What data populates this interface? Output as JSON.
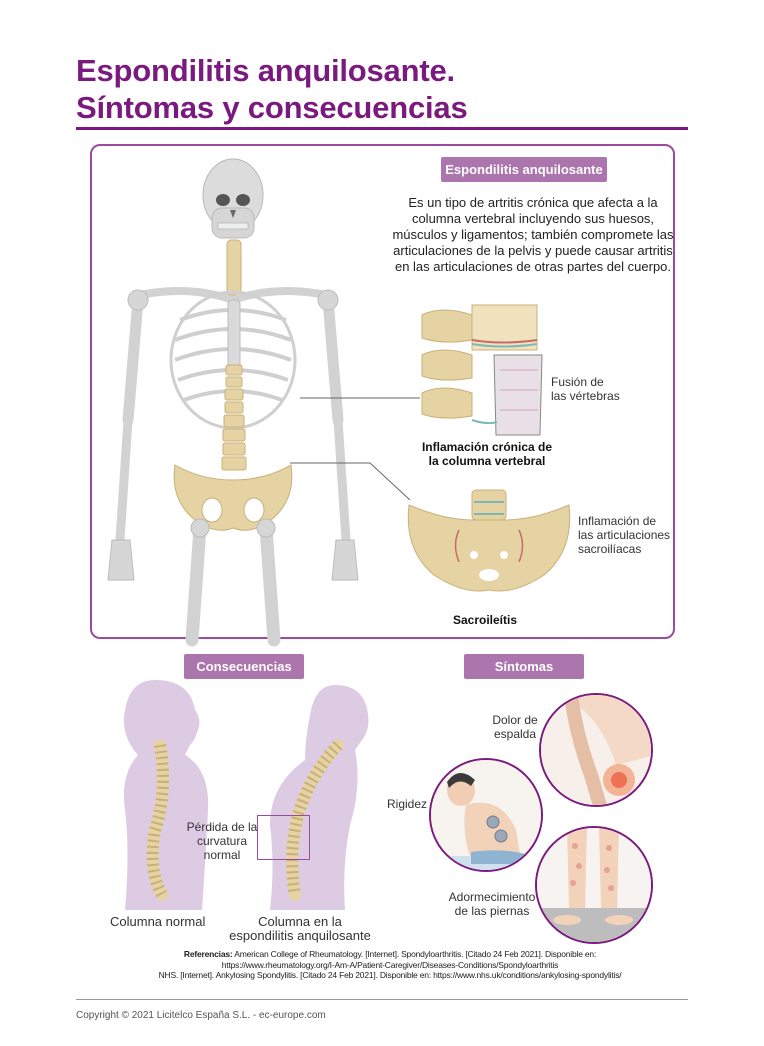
{
  "header": {
    "title_line1": "Espondilitis anquilosante.",
    "title_line2": "Síntomas y consecuencias"
  },
  "definition": {
    "badge": "Espondilitis anquilosante",
    "text": "Es un tipo de artritis crónica que afecta a la columna vertebral incluyendo sus huesos, músculos y ligamentos; también compromete las articulaciones de la pelvis y puede causar artritis en las articulaciones de otras partes del cuerpo."
  },
  "anatomy": {
    "illustration": "skeleton-front-view",
    "spine_detail": {
      "side_label_line1": "Fusión de",
      "side_label_line2": "las vértebras",
      "caption_line1": "Inflamación crónica de",
      "caption_line2": "la columna vertebral"
    },
    "pelvis_detail": {
      "side_label_line1": "Inflamación de",
      "side_label_line2": "las articulaciones",
      "side_label_line3": "sacroilíacas",
      "caption": "Sacroileítis"
    }
  },
  "consequences": {
    "badge": "Consecuencias",
    "normal_caption": "Columna normal",
    "as_caption_line1": "Columna en la",
    "as_caption_line2": "espondilitis anquilosante",
    "curvature_label_line1": "Pérdida de la",
    "curvature_label_line2": "curvatura",
    "curvature_label_line3": "normal"
  },
  "symptoms": {
    "badge": "Síntomas",
    "items": [
      {
        "label_line1": "Dolor de",
        "label_line2": "espalda"
      },
      {
        "label_line1": "Rigidez",
        "label_line2": ""
      },
      {
        "label_line1": "Adormecimiento",
        "label_line2": "de las piernas"
      }
    ]
  },
  "references": {
    "label": "Referencias:",
    "line1": "American College of Rheumatology. [Internet]. Spondyloarthritis. [Citado 24 Feb 2021]. Disponible en:",
    "line2": "https://www.rheumatology.org/I-Am-A/Patient-Caregiver/Diseases-Conditions/Spondyloarthritis",
    "line3": "NHS. [Internet]. Ankylosing Spondylitis. [Citado 24 Feb 2021]. Disponible en: https://www.nhs.uk/conditions/ankylosing-spondylitis/"
  },
  "footer": {
    "copyright": "Copyright © 2021 Licitelco España S.L. - ec-europe.com"
  },
  "colors": {
    "brand_purple": "#7b1a7e",
    "badge_purple": "#ad75ad",
    "silhouette_lilac": "#dccbe2",
    "bone_beige": "#e6d3a3",
    "bone_grey": "#d9d9d9"
  }
}
